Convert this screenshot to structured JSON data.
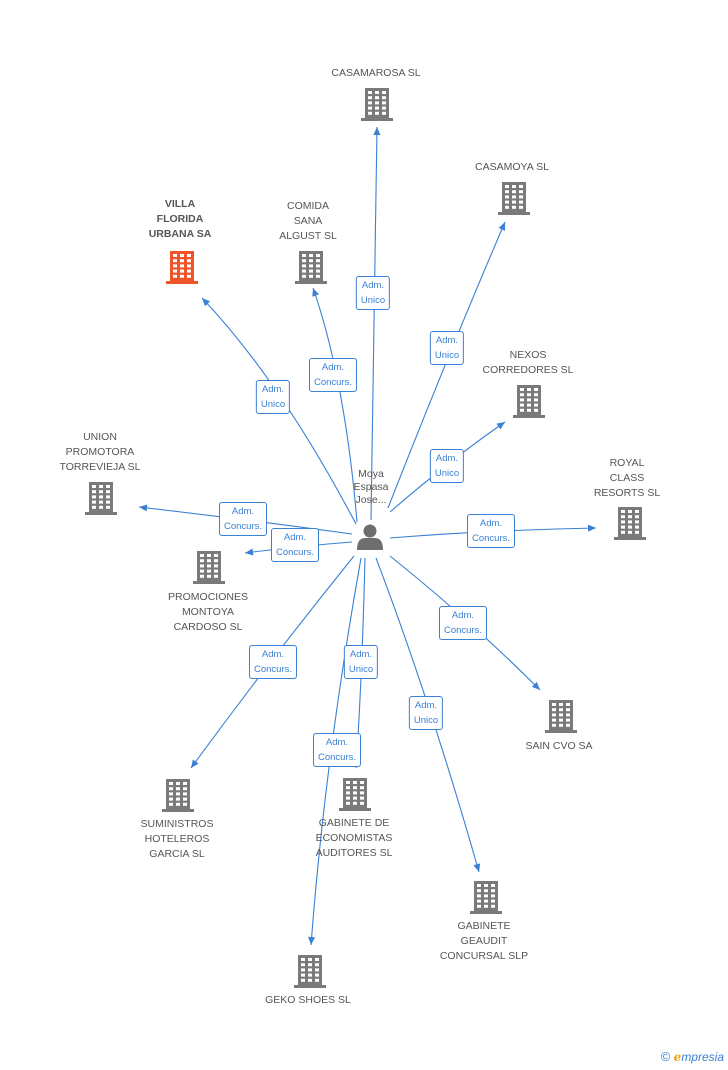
{
  "person": {
    "label": "Moya\nEspasa\nJose...",
    "icon": "person-icon"
  },
  "companies": [
    {
      "id": "casamarosa",
      "label": "CASAMAROSA SL",
      "highlight": false
    },
    {
      "id": "casamoya",
      "label": "CASAMOYA SL",
      "highlight": false
    },
    {
      "id": "villa",
      "label": "VILLA\nFLORIDA\nURBANA SA",
      "highlight": true
    },
    {
      "id": "comida",
      "label": "COMIDA\nSANA\nALGUST SL",
      "highlight": false
    },
    {
      "id": "nexos",
      "label": "NEXOS\nCORREDORES SL",
      "highlight": false
    },
    {
      "id": "union",
      "label": "UNION\nPROMOTORA\nTORREVIEJA SL",
      "highlight": false
    },
    {
      "id": "royal",
      "label": "ROYAL\nCLASS\nRESORTS  SL",
      "highlight": false
    },
    {
      "id": "promociones",
      "label": "PROMOCIONES\nMONTOYA\nCARDOSO  SL",
      "highlight": false
    },
    {
      "id": "sain",
      "label": "SAIN CVO SA",
      "highlight": false
    },
    {
      "id": "suministros",
      "label": "SUMINISTROS\nHOTELEROS\nGARCIA SL",
      "highlight": false
    },
    {
      "id": "gabeco",
      "label": "GABINETE DE\nECONOMISTAS\nAUDITORES SL",
      "highlight": false
    },
    {
      "id": "gaudit",
      "label": "GABINETE\nGEAUDIT\nCONCURSAL SLP",
      "highlight": false
    },
    {
      "id": "geko",
      "label": "GEKO SHOES SL",
      "highlight": false
    }
  ],
  "relations": [
    {
      "target": "casamarosa",
      "label": "Adm.\nUnico"
    },
    {
      "target": "casamoya",
      "label": "Adm.\nUnico"
    },
    {
      "target": "villa",
      "label": "Adm.\nUnico"
    },
    {
      "target": "comida",
      "label": "Adm.\nConcurs."
    },
    {
      "target": "nexos",
      "label": "Adm.\nUnico"
    },
    {
      "target": "union",
      "label": "Adm.\nConcurs."
    },
    {
      "target": "promociones",
      "label": "Adm.\nConcurs."
    },
    {
      "target": "royal",
      "label": "Adm.\nConcurs."
    },
    {
      "target": "sain",
      "label": "Adm.\nConcurs."
    },
    {
      "target": "suministros",
      "label": "Adm.\nConcurs."
    },
    {
      "target": "gabeco",
      "label": "Adm.\nUnico"
    },
    {
      "target": "gaudit",
      "label": "Adm.\nUnico"
    },
    {
      "target": "geko",
      "label": "Adm.\nConcurs."
    }
  ],
  "footer": {
    "copyright": "©",
    "brand_first": "e",
    "brand_rest": "mpresia"
  }
}
